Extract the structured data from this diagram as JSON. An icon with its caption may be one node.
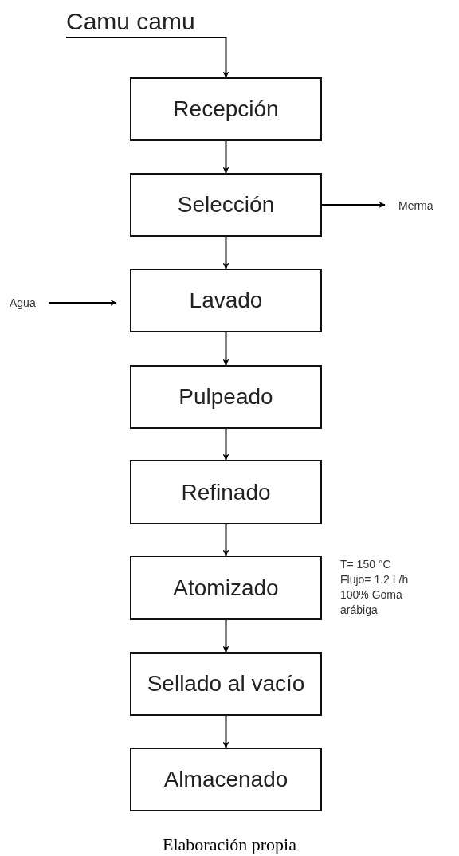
{
  "diagram": {
    "caption": "Elaboración propia",
    "nodes": [
      {
        "text": [
          "Camu camu"
        ]
      },
      {
        "text": [
          "Recepción"
        ]
      },
      {
        "text": [
          "Selección"
        ]
      },
      {
        "text": [
          "Lavado"
        ]
      },
      {
        "text": [
          "Pulpeado"
        ]
      },
      {
        "text": [
          "Refinado"
        ]
      },
      {
        "text": [
          "Atomizado"
        ],
        "beside": [
          "T= 150 °C Flujo= 1.2 L/h 100% Goma arábiga"
        ]
      },
      {
        "text": [
          "Sellado al vacío"
        ]
      },
      {
        "text": [
          "Almacenado"
        ]
      },
      {
        "text": [
          "Merma"
        ]
      },
      {
        "text": [
          "Agua"
        ]
      }
    ],
    "edges": [
      {
        "from": 0,
        "to": 1,
        "arrow": "to"
      },
      {
        "from": 1,
        "to": 2,
        "arrow": "to"
      },
      {
        "from": 2,
        "to": 3,
        "arrow": "to"
      },
      {
        "from": 3,
        "to": 4,
        "arrow": "to"
      },
      {
        "from": 4,
        "to": 5,
        "arrow": "to"
      },
      {
        "from": 5,
        "to": 6,
        "arrow": "to"
      },
      {
        "from": 6,
        "to": 7,
        "arrow": "to"
      },
      {
        "from": 7,
        "to": 8,
        "arrow": "to"
      },
      {
        "from": 2,
        "to": 9,
        "arrow": "to"
      },
      {
        "from": 10,
        "to": 3,
        "arrow": "to"
      }
    ]
  }
}
